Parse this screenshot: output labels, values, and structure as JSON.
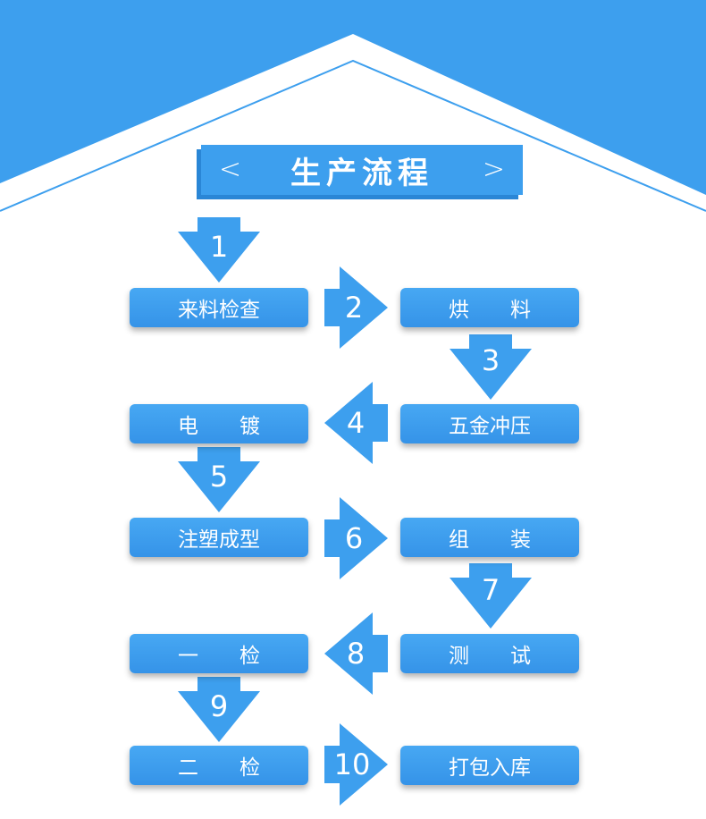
{
  "header": {
    "title": "生产流程",
    "left_chevron": "<",
    "right_chevron": ">"
  },
  "steps": [
    "来料检查",
    "烘　　料",
    "五金冲压",
    "电　　镀",
    "注塑成型",
    "组　　装",
    "测　　试",
    "一　　检",
    "二　　检",
    "打包入库"
  ],
  "arrows": [
    "1",
    "2",
    "3",
    "4",
    "5",
    "6",
    "7",
    "8",
    "9",
    "10"
  ],
  "colors": {
    "accent": "#3d9fee",
    "accent_dark": "#2a86d6",
    "background": "#ffffff"
  }
}
